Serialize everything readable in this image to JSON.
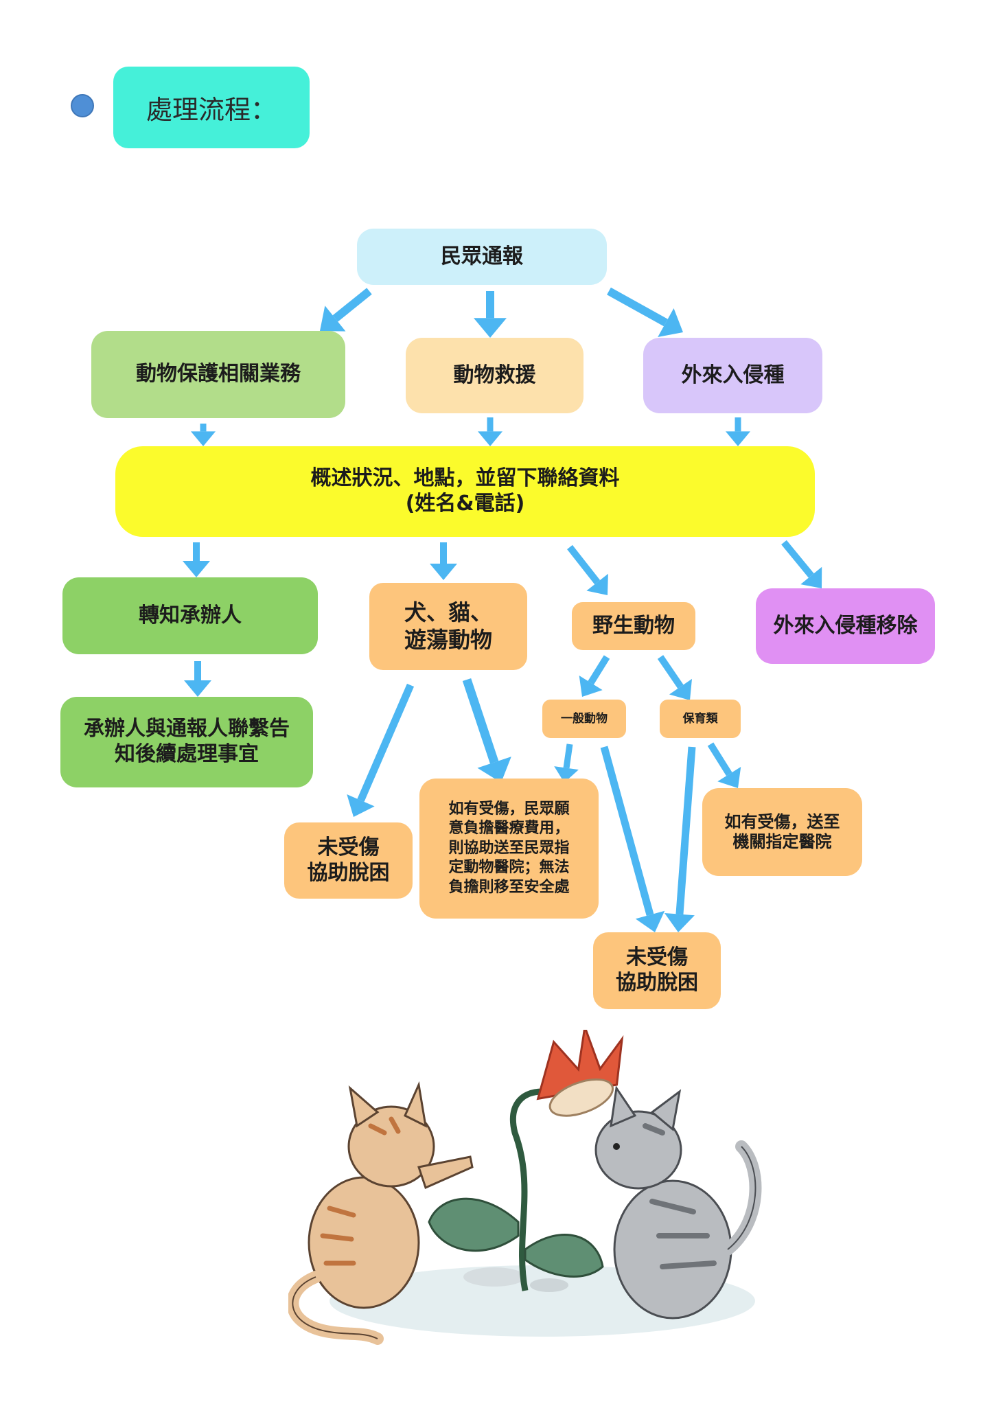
{
  "header": {
    "title": "處理流程："
  },
  "colors": {
    "arrow": "#4cb6f2",
    "report": "#cdf0fa",
    "green_light": "#b2dd8a",
    "peach": "#fde1ac",
    "lavender": "#d8c6fa",
    "yellow": "#fbfb2c",
    "green": "#8dd166",
    "orange": "#fdc57c",
    "violet": "#e090f3",
    "teal": "#45f0d9"
  },
  "flow": {
    "report": "民眾通報",
    "cat_protection": "動物保護相關業務",
    "cat_rescue": "動物救援",
    "cat_invasive": "外來入侵種",
    "describe": "概述狀況、地點，並留下聯絡資料\n(姓名&電話)",
    "forward": "轉知承辦人",
    "followup": "承辦人與通報人聯繫告\n知後續處理事宜",
    "strays": "犬、貓、\n遊蕩動物",
    "wildlife": "野生動物",
    "invasive_removal": "外來入侵種移除",
    "stray_uninjured": "未受傷\n協助脫困",
    "stray_injured": "如有受傷，民眾願\n意負擔醫療費用，\n則協助送至民眾指\n定動物醫院；無法\n負擔則移至安全處",
    "general_animals": "一般動物",
    "protected": "保育類",
    "protected_injured": "如有受傷，送至\n機關指定醫院",
    "wild_uninjured": "未受傷\n協助脫困"
  }
}
